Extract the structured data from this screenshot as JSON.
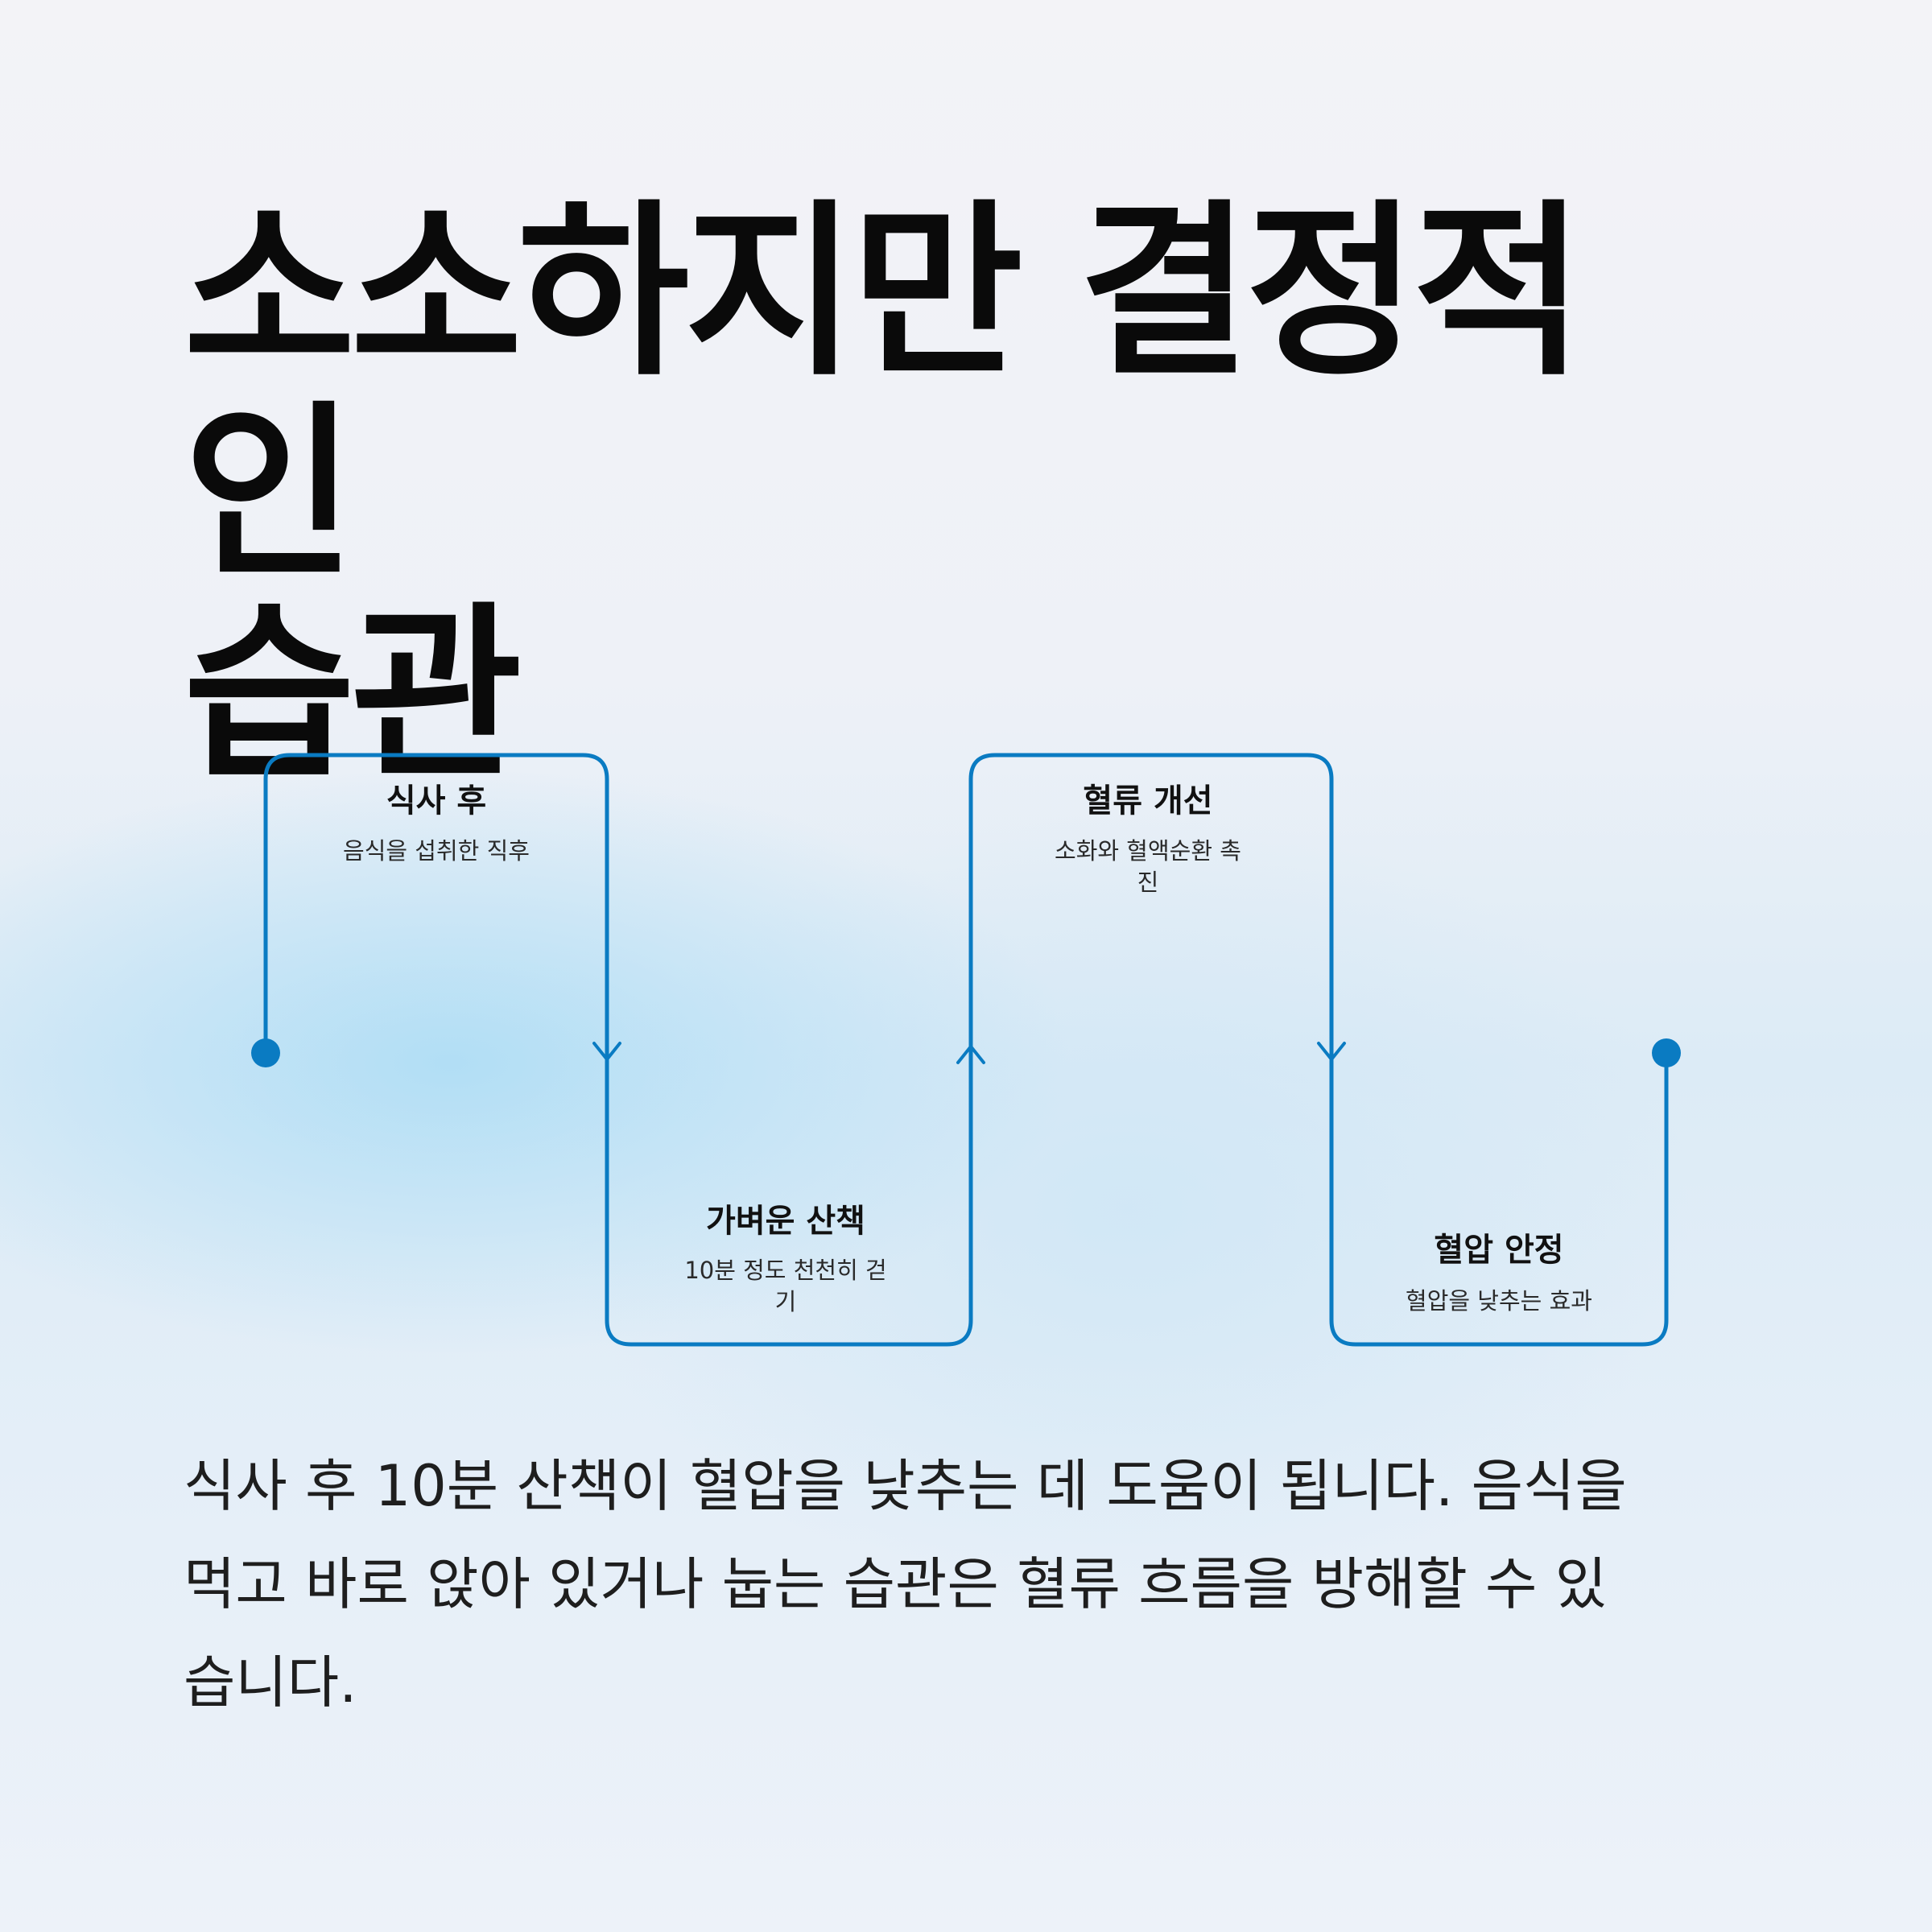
{
  "title": {
    "line1": "소소하지만 결정적인",
    "line2": "습관"
  },
  "steps": [
    {
      "title": "식사 후",
      "desc1": "음식을 섭취한 직후",
      "desc2": ""
    },
    {
      "title": "가벼운 산책",
      "desc1": "10분 정도 천천히 걷",
      "desc2": "기"
    },
    {
      "title": "혈류 개선",
      "desc1": "소화와 혈액순환 촉",
      "desc2": "진"
    },
    {
      "title": "혈압 안정",
      "desc1": "혈압을 낮추는 효과",
      "desc2": ""
    }
  ],
  "body": {
    "line1": "식사 후 10분 산책이 혈압을 낮추는 데 도움이 됩니다. 음식을",
    "line2": "먹고 바로 앉아 있거나 눕는 습관은 혈류 흐름을 방해할 수 있",
    "line3": "습니다."
  },
  "colors": {
    "accent": "#0a7bc2"
  }
}
